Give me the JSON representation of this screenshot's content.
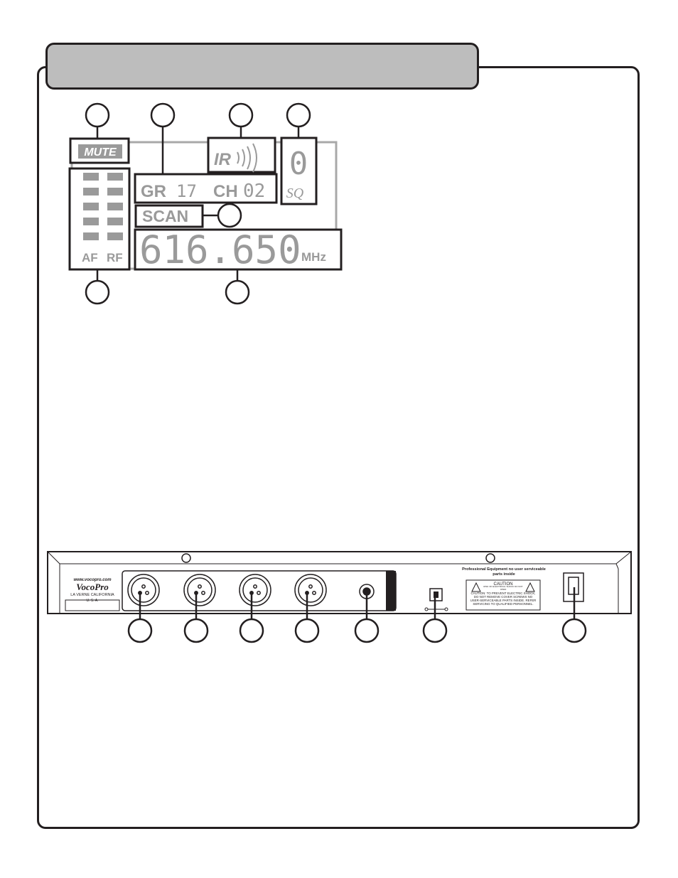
{
  "display": {
    "mute_label": "MUTE",
    "ir_label": "IR",
    "group_label": "GR",
    "group_value": "17",
    "channel_label": "CH",
    "channel_value": "02",
    "sq_value": "0",
    "sq_label": "SQ",
    "scan_label": "SCAN",
    "frequency_value": "616.650",
    "frequency_unit": "MHz",
    "af_label": "AF",
    "rf_label": "RF"
  },
  "rear_panel": {
    "website": "www.vocopro.com",
    "brand": "VocoPro",
    "city": "LA VERNE CALIFORNIA",
    "country": "U. S. A.",
    "warning_title": "Professional Equipment no user serviceable parts inside",
    "caution_title": "CAUTION",
    "caution_sub": "RISK OF ELECTRICAL SHOCK DO NOT OPEN",
    "caution_text": "CAUTION: TO PREVENT ELECTRIC SHOCK, DO NOT REMOVE COVER SCREWS NO USER-SERVICEABLE PARTS INSIDE. REFER SERVICING TO QUALIFIED PERSONNEL."
  },
  "colors": {
    "tab_fill": "#bdbdbd",
    "lcd_segment": "#9a9a9a",
    "outline": "#231f20"
  }
}
